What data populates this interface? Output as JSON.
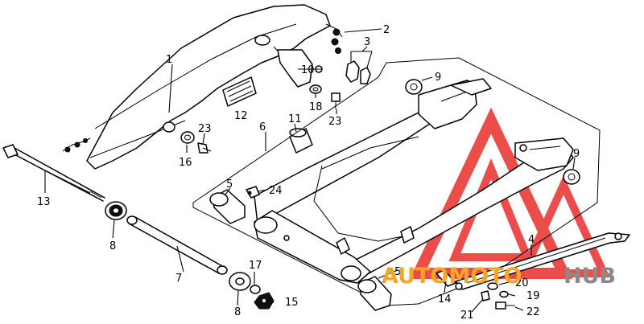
{
  "callouts": [
    {
      "id": "c1",
      "label": "1"
    },
    {
      "id": "c2",
      "label": "2"
    },
    {
      "id": "c3",
      "label": "3"
    },
    {
      "id": "c4",
      "label": "4"
    },
    {
      "id": "c5a",
      "label": "5"
    },
    {
      "id": "c5b",
      "label": "5"
    },
    {
      "id": "c6",
      "label": "6"
    },
    {
      "id": "c7",
      "label": "7"
    },
    {
      "id": "c8a",
      "label": "8"
    },
    {
      "id": "c8b",
      "label": "8"
    },
    {
      "id": "c9a",
      "label": "9"
    },
    {
      "id": "c9b",
      "label": "9"
    },
    {
      "id": "c10",
      "label": "10"
    },
    {
      "id": "c11",
      "label": "11"
    },
    {
      "id": "c12",
      "label": "12"
    },
    {
      "id": "c13",
      "label": "13"
    },
    {
      "id": "c14",
      "label": "14"
    },
    {
      "id": "c15",
      "label": "15"
    },
    {
      "id": "c16",
      "label": "16"
    },
    {
      "id": "c17",
      "label": "17"
    },
    {
      "id": "c18",
      "label": "18"
    },
    {
      "id": "c19",
      "label": "19"
    },
    {
      "id": "c20",
      "label": "20"
    },
    {
      "id": "c21",
      "label": "21"
    },
    {
      "id": "c22",
      "label": "22"
    },
    {
      "id": "c23a",
      "label": "23"
    },
    {
      "id": "c23b",
      "label": "23"
    },
    {
      "id": "c24",
      "label": "24"
    }
  ],
  "watermark": {
    "text_orange": "AUTOMOTO",
    "text_gray": "HUB",
    "color_triangle": "#e8302b",
    "color_orange": "#f5a623",
    "color_gray": "#8a8a8a"
  }
}
